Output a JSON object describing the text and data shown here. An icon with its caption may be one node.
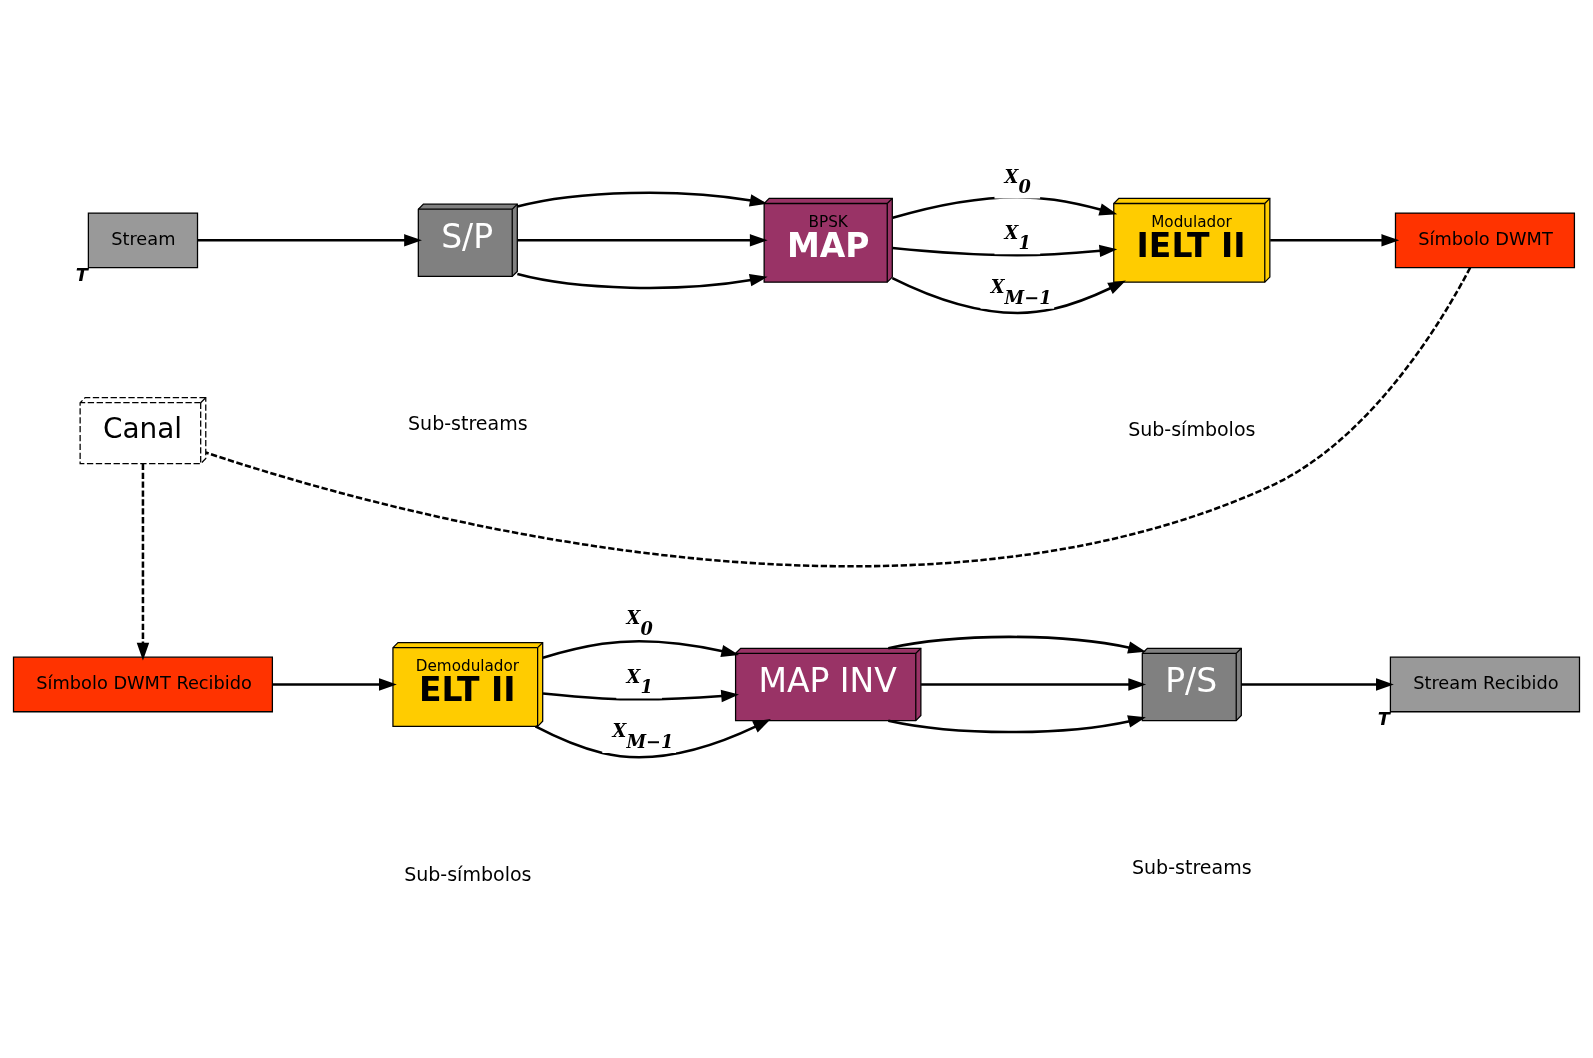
{
  "diagram": {
    "nodes": [
      {
        "text": [
          "Stream"
        ],
        "beside": [
          "T"
        ]
      },
      {
        "text": [
          "S/P"
        ]
      },
      {
        "text": [
          "BPSK",
          "MAP"
        ]
      },
      {
        "text": [
          "Modulador",
          "IELT II"
        ]
      },
      {
        "text": [
          "Símbolo DWMT"
        ]
      },
      {
        "text": [
          "Canal"
        ]
      },
      {
        "text": [
          "Símbolo DWMT Recibido"
        ]
      },
      {
        "text": [
          "Demodulador",
          "ELT II"
        ]
      },
      {
        "text": [
          "MAP INV"
        ]
      },
      {
        "text": [
          "P/S"
        ]
      },
      {
        "text": [
          "Stream Recibido"
        ],
        "beside": [
          "T"
        ]
      }
    ],
    "edges": [
      {
        "from": 0,
        "to": 1,
        "arrow": "to"
      },
      {
        "from": 1,
        "to": 2,
        "arrow": "to"
      },
      {
        "from": 1,
        "to": 2,
        "arrow": "to"
      },
      {
        "from": 1,
        "to": 2,
        "arrow": "to"
      },
      {
        "from": 2,
        "to": 3,
        "arrow": "to",
        "label": "X$_{0}$"
      },
      {
        "from": 2,
        "to": 3,
        "arrow": "to",
        "label": "X$_{1}$"
      },
      {
        "from": 2,
        "to": 3,
        "arrow": "to",
        "label": "X$_{M−1}$"
      },
      {
        "from": 3,
        "to": 4,
        "arrow": "to"
      },
      {
        "from": 4,
        "to": 5,
        "arrow": "none",
        "style": "dashed"
      },
      {
        "from": 5,
        "to": 6,
        "arrow": "to",
        "style": "dashed"
      },
      {
        "from": 6,
        "to": 7,
        "arrow": "to"
      },
      {
        "from": 7,
        "to": 8,
        "arrow": "to",
        "label": "X$_{0}$"
      },
      {
        "from": 7,
        "to": 8,
        "arrow": "to",
        "label": "X$_{1}$"
      },
      {
        "from": 7,
        "to": 8,
        "arrow": "to",
        "label": "X$_{M−1}$"
      },
      {
        "from": 8,
        "to": 9,
        "arrow": "to"
      },
      {
        "from": 8,
        "to": 9,
        "arrow": "to"
      },
      {
        "from": 8,
        "to": 9,
        "arrow": "to"
      },
      {
        "from": 9,
        "to": 10,
        "arrow": "to"
      }
    ],
    "labels": [
      "Sub-streams",
      "Sub-símbolos",
      "Sub-símbolos",
      "Sub-streams"
    ]
  }
}
